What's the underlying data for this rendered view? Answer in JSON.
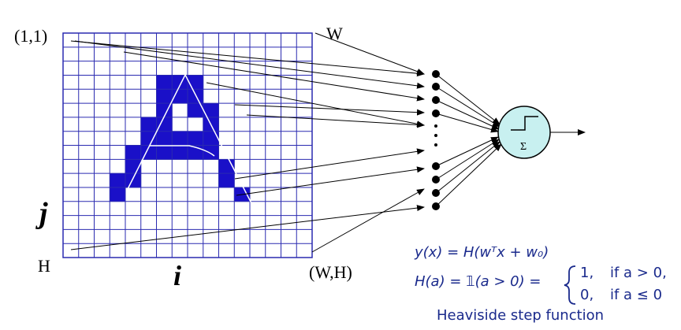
{
  "labels": {
    "origin": "(1,1)",
    "width": "W",
    "height": "H",
    "corner": "(W,H)",
    "i": "i",
    "j": "j",
    "sum": "Σ"
  },
  "equations": {
    "line1": "y(x) = H(wᵀx + w₀)",
    "h_lhs": "H(a) = 𝟙(a > 0) =",
    "case1_value": "1,",
    "case1_cond": "if a > 0,",
    "case2_value": "0,",
    "case2_cond": "if a ≤ 0",
    "caption": "Heaviside step function"
  },
  "grid": {
    "cols": 16,
    "rows": 16,
    "filled": [
      [
        6,
        3
      ],
      [
        7,
        3
      ],
      [
        8,
        3
      ],
      [
        6,
        4
      ],
      [
        7,
        4
      ],
      [
        8,
        4
      ],
      [
        6,
        5
      ],
      [
        8,
        5
      ],
      [
        9,
        5
      ],
      [
        5,
        6
      ],
      [
        6,
        6
      ],
      [
        9,
        6
      ],
      [
        5,
        7
      ],
      [
        6,
        7
      ],
      [
        7,
        7
      ],
      [
        8,
        7
      ],
      [
        9,
        7
      ],
      [
        4,
        8
      ],
      [
        5,
        8
      ],
      [
        6,
        8
      ],
      [
        7,
        8
      ],
      [
        8,
        8
      ],
      [
        9,
        8
      ],
      [
        4,
        9
      ],
      [
        10,
        9
      ],
      [
        3,
        10
      ],
      [
        4,
        10
      ],
      [
        10,
        10
      ],
      [
        3,
        11
      ],
      [
        11,
        11
      ]
    ]
  },
  "colors": {
    "grid_line": "#2a2ab0",
    "fill": "#1a10c8",
    "neuron_fill": "#c8f0f0",
    "equation": "#1a2a8c"
  }
}
